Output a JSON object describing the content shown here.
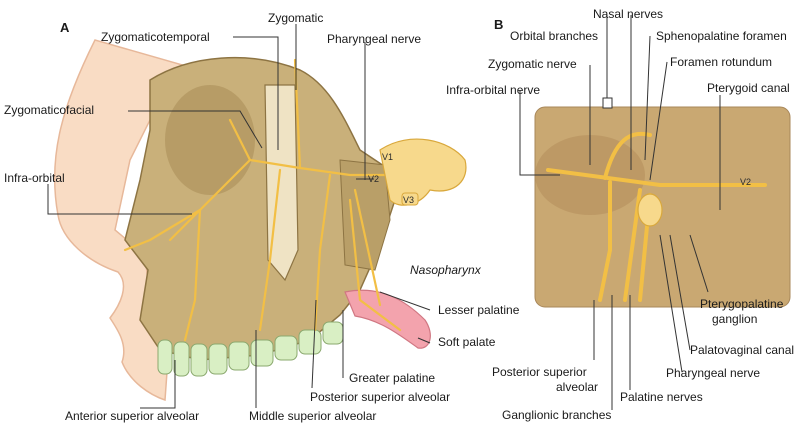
{
  "panels": {
    "a": "A",
    "b": "B"
  },
  "left": {
    "zygomatic": "Zygomatic",
    "zygomaticotemporal": "Zygomaticotemporal",
    "pharyngeal_nerve": "Pharyngeal nerve",
    "zygomaticofacial": "Zygomaticofacial",
    "infra_orbital": "Infra-orbital",
    "v1": "V1",
    "v2": "V2",
    "v3": "V3",
    "nasopharynx": "Nasopharynx",
    "lesser_palatine": "Lesser palatine",
    "soft_palate": "Soft palate",
    "greater_palatine": "Greater palatine",
    "posterior_superior_alveolar": "Posterior superior alveolar",
    "anterior_superior_alveolar": "Anterior superior alveolar",
    "middle_superior_alveolar": "Middle superior alveolar"
  },
  "right": {
    "nasal_nerves": "Nasal nerves",
    "orbital_branches": "Orbital branches",
    "sphenopalatine_foramen": "Sphenopalatine foramen",
    "zygomatic_nerve": "Zygomatic nerve",
    "foramen_rotundum": "Foramen rotundum",
    "infra_orbital_nerve": "Infra-orbital nerve",
    "pterygoid_canal": "Pterygoid canal",
    "v2": "V2",
    "pterygopalatine_ganglion_1": "Pterygopalatine",
    "pterygopalatine_ganglion_2": "ganglion",
    "palatovaginal_canal": "Palatovaginal canal",
    "pharyngeal_nerve": "Pharyngeal nerve",
    "posterior_superior_alveolar_1": "Posterior superior",
    "posterior_superior_alveolar_2": "alveolar",
    "palatine_nerves": "Palatine nerves",
    "ganglionic_branches": "Ganglionic branches"
  },
  "colors": {
    "skin": "#f9dcc4",
    "bone": "#c9b07a",
    "bone_dark": "#a88c55",
    "nerve": "#f2bf45",
    "soft_palate": "#f3a3ad",
    "teeth": "#d9efc4",
    "leader": "#333333"
  }
}
